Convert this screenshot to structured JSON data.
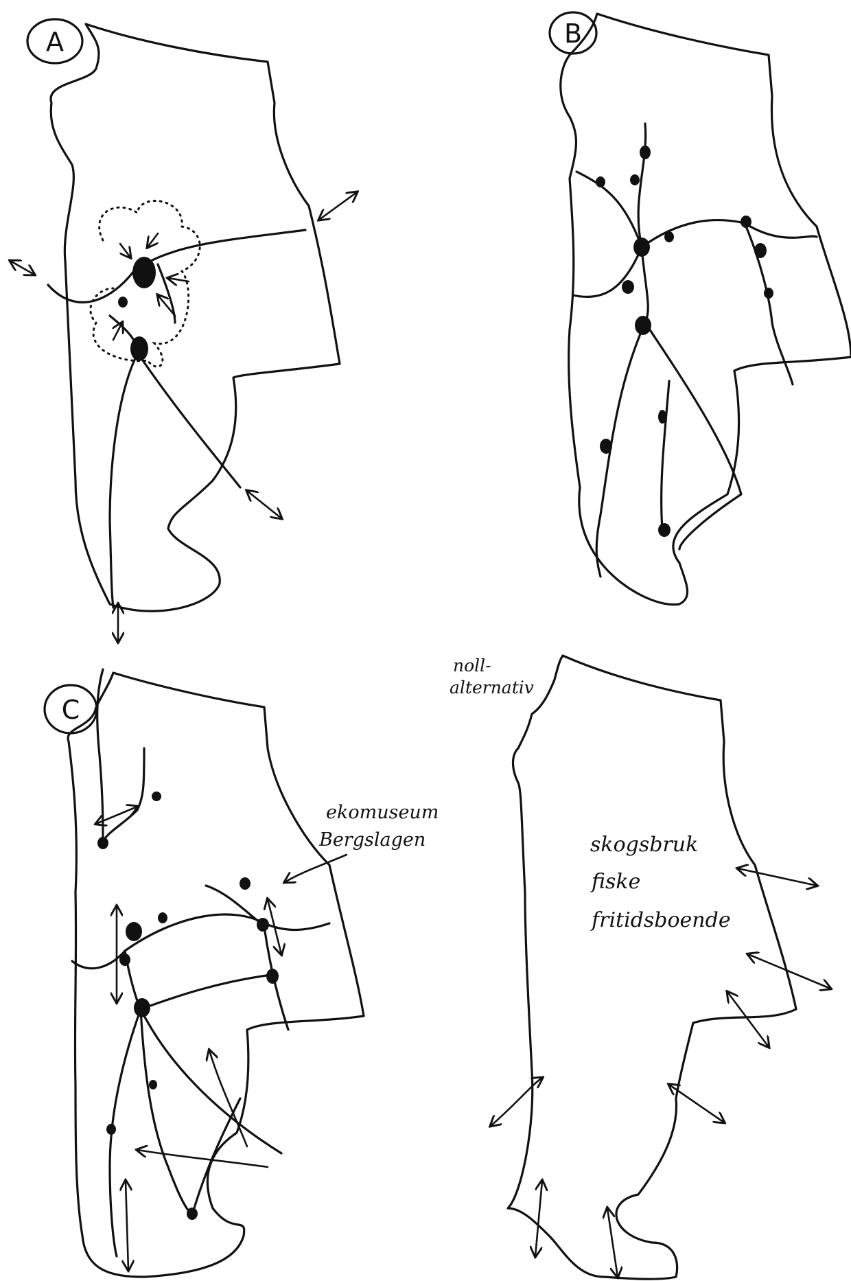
{
  "panels": {
    "a": {
      "label": "A"
    },
    "b": {
      "label": "B"
    },
    "c": {
      "label": "C",
      "annotation_line1": "ekomuseum",
      "annotation_line2": "Bergslagen"
    },
    "d": {
      "title_line1": "noll-",
      "title_line2": "alternativ",
      "activities": [
        "skogsbruk",
        "fiske",
        "fritidsboende"
      ]
    }
  }
}
